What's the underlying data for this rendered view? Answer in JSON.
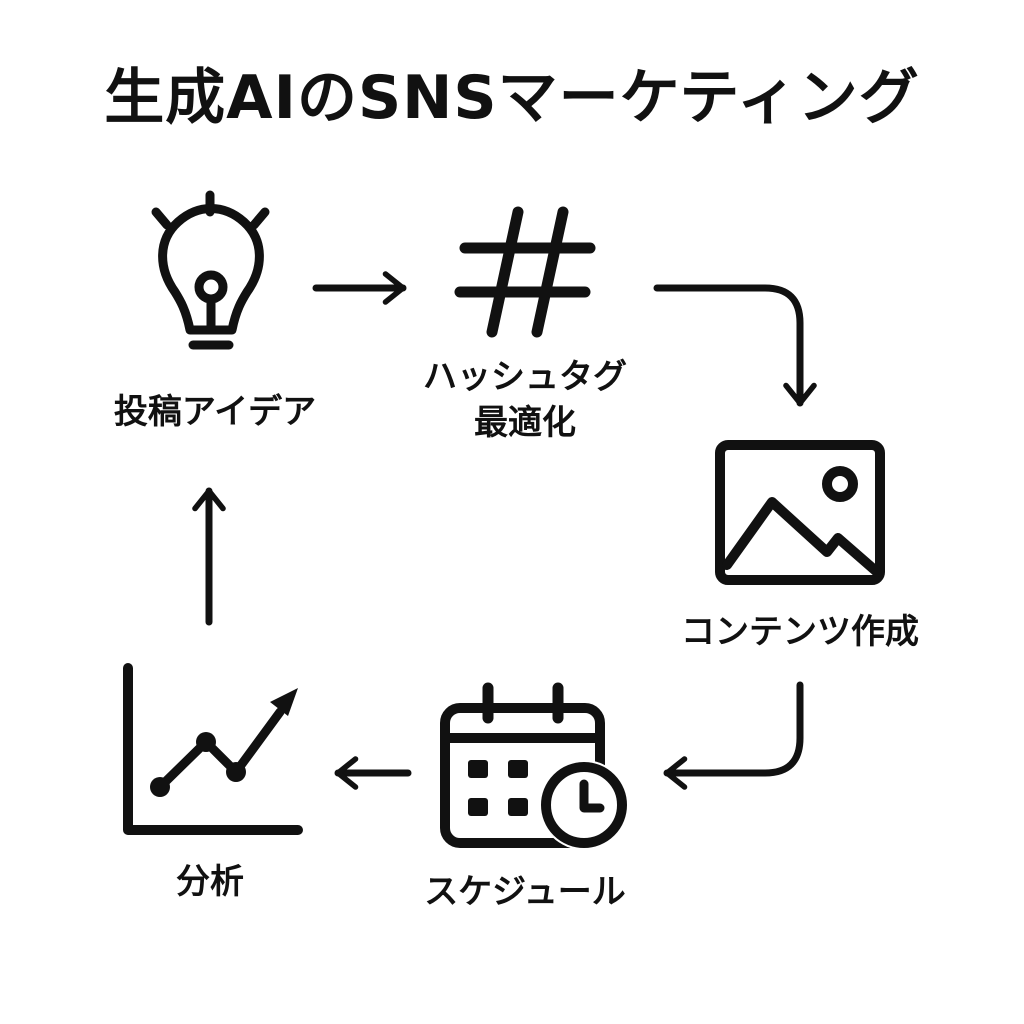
{
  "title": "生成AIのSNSマーケティング",
  "steps": {
    "idea": {
      "label": "投稿アイデア",
      "icon": "lightbulb-icon"
    },
    "hashtag": {
      "label_line1": "ハッシュタグ",
      "label_line2": "最適化",
      "icon": "hashtag-icon"
    },
    "content": {
      "label": "コンテンツ作成",
      "icon": "image-icon"
    },
    "schedule": {
      "label": "スケジュール",
      "icon": "calendar-clock-icon"
    },
    "analysis": {
      "label": "分析",
      "icon": "line-chart-icon"
    }
  },
  "flow": [
    "idea",
    "hashtag",
    "content",
    "schedule",
    "analysis",
    "idea"
  ],
  "colors": {
    "ink": "#111111",
    "background": "#ffffff"
  }
}
